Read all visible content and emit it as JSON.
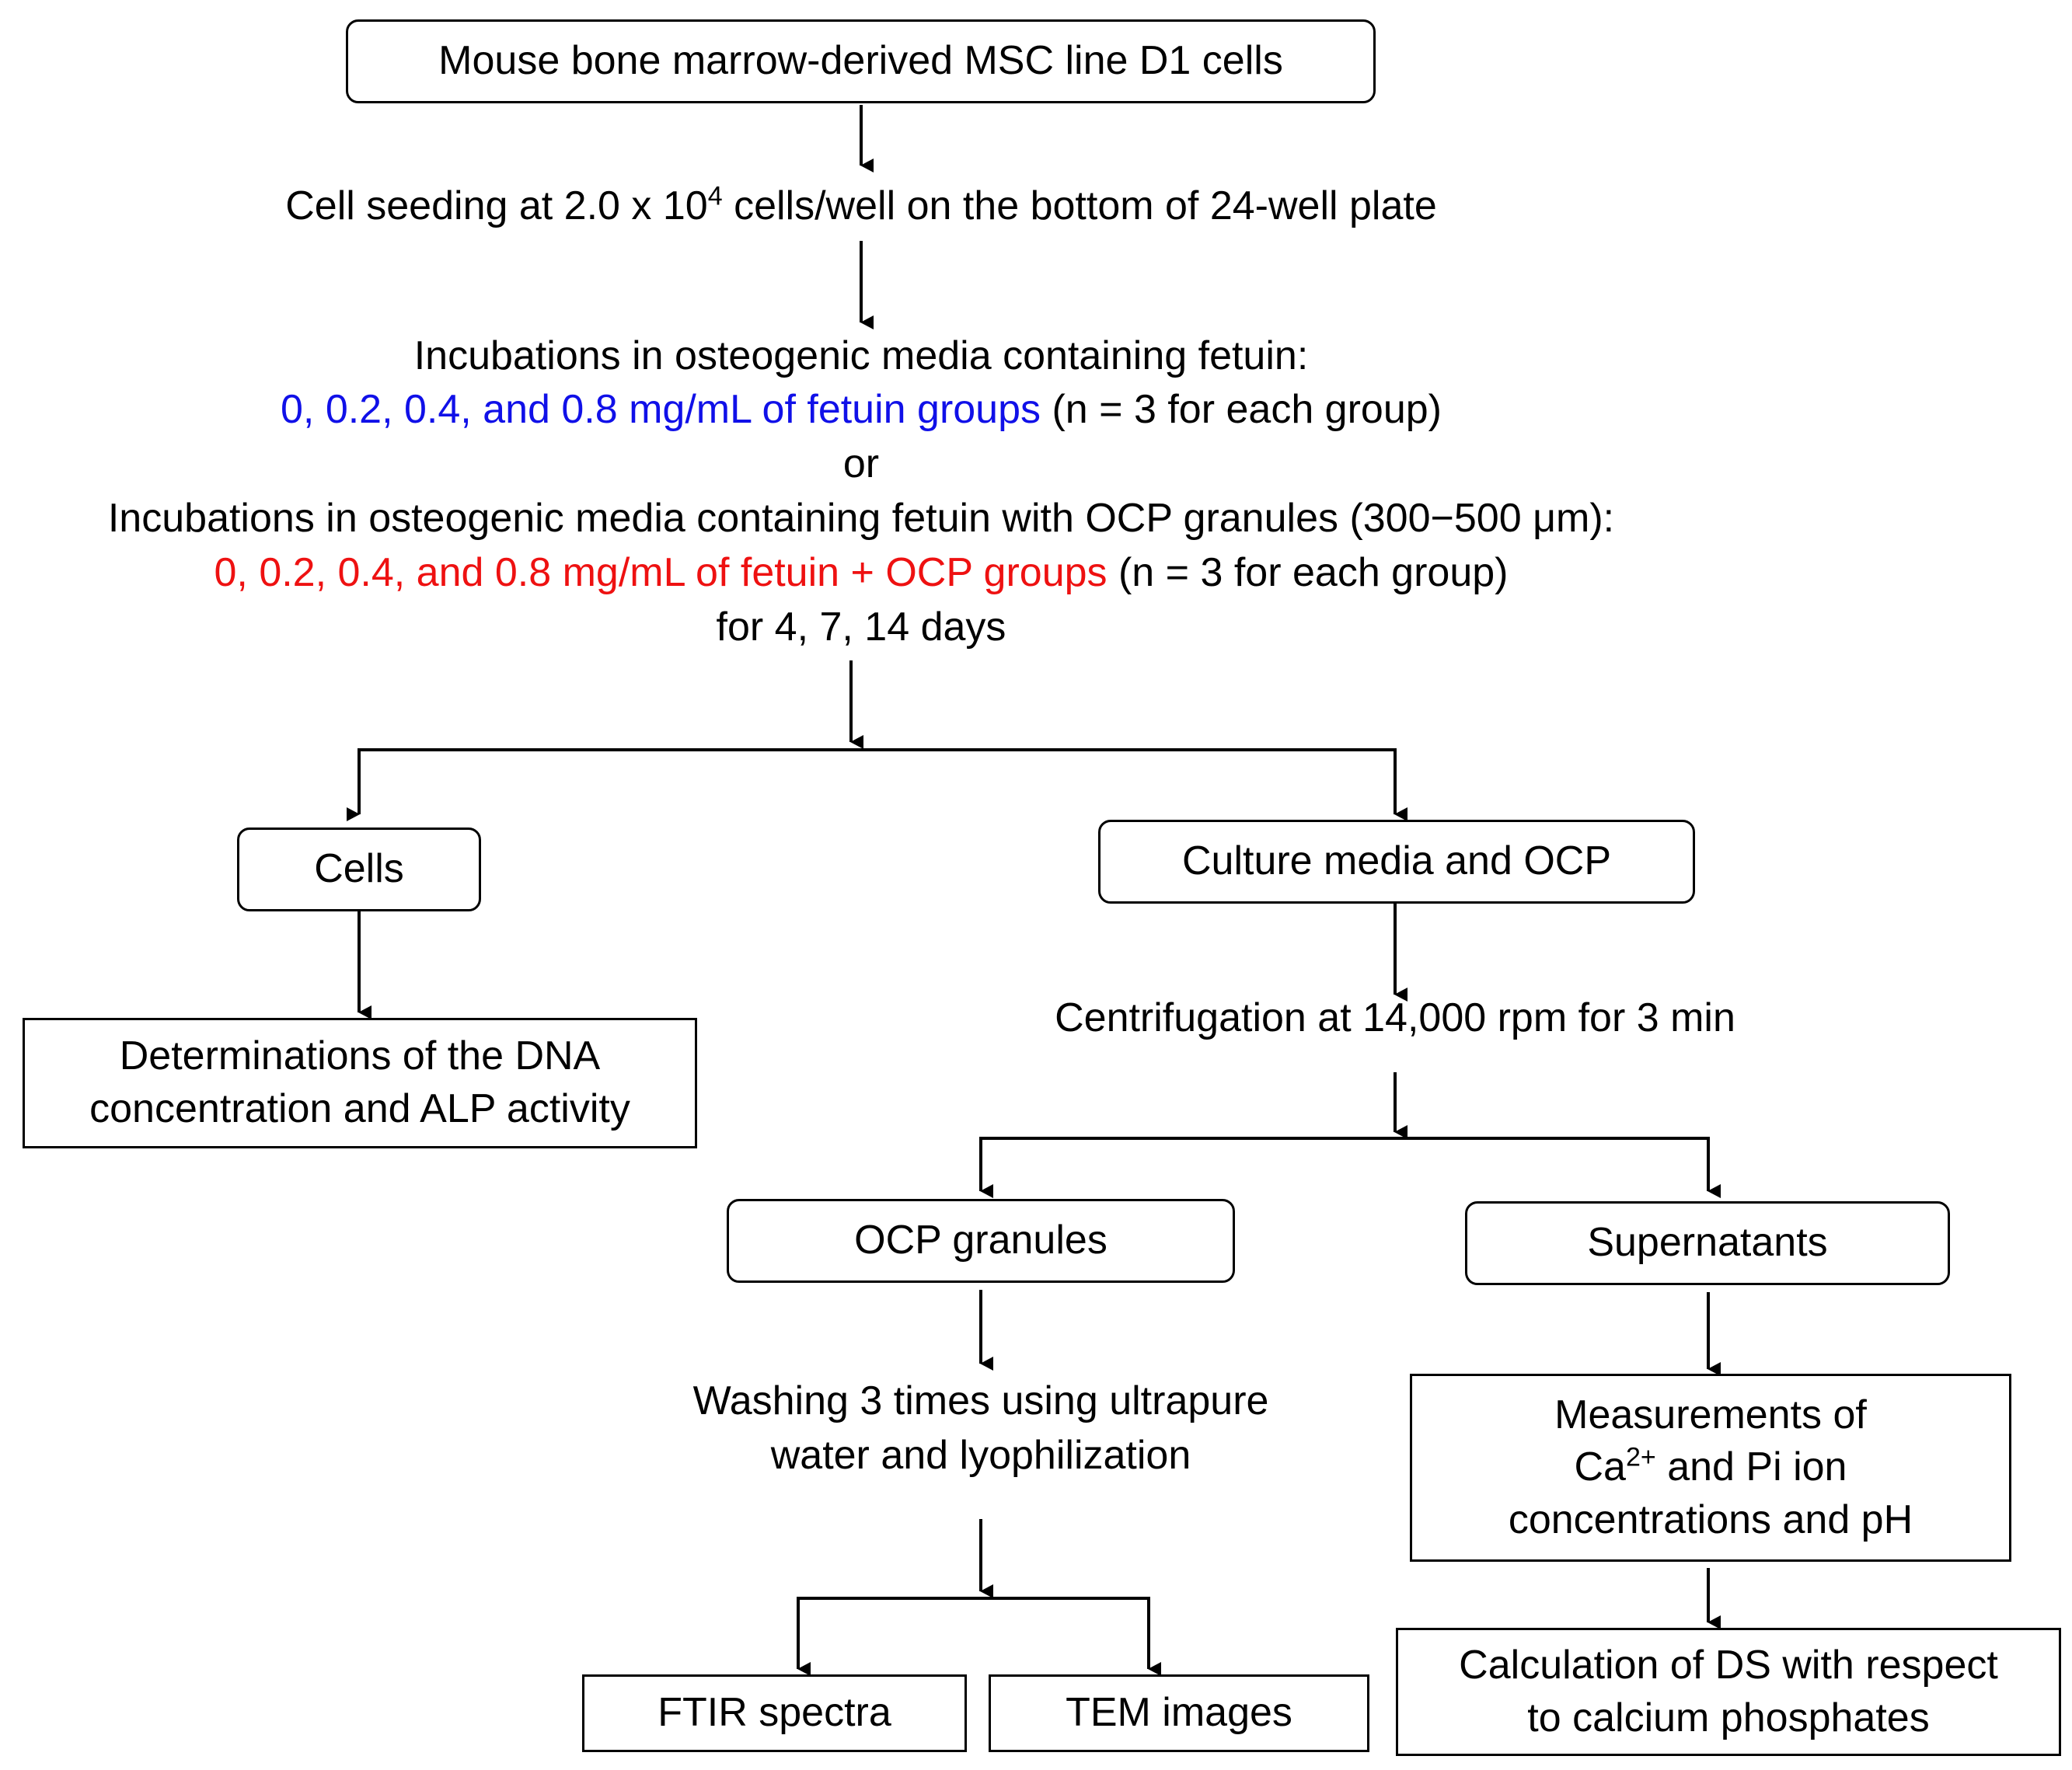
{
  "nodes": {
    "source": "Mouse bone marrow-derived MSC line D1 cells",
    "seeding": {
      "pre": "Cell seeding at 2.0 x 10",
      "exp": "4",
      "post": " cells/well on the bottom of 24-well plate"
    },
    "incubation": {
      "line1": "Incubations in osteogenic media containing fetuin:",
      "line2_colored": "0, 0.2, 0.4, and 0.8 mg/mL of fetuin groups",
      "line2_rest": " (n = 3 for each group)",
      "line3": "or",
      "line4": "Incubations in osteogenic media containing fetuin with OCP granules (300−500 μm):",
      "line5_colored": "0, 0.2, 0.4, and 0.8 mg/mL of fetuin + OCP groups",
      "line5_rest": " (n = 3 for each group)",
      "line6": "for  4, 7, 14 days"
    },
    "cells": "Cells",
    "culture_media": "Culture media and OCP",
    "dna": {
      "line1": "Determinations of the DNA",
      "line2": "concentration and ALP activity"
    },
    "centrifugation": "Centrifugation at 14,000 rpm for 3 min",
    "ocp_granules": "OCP granules",
    "supernatants": "Supernatants",
    "washing": {
      "line1": "Washing 3 times using ultrapure",
      "line2": "water and lyophilization"
    },
    "measurements": {
      "line1": "Measurements of",
      "line2_pre": "Ca",
      "line2_sup": "2+",
      "line2_post": " and Pi ion",
      "line3": "concentrations and pH"
    },
    "ftir": "FTIR spectra",
    "tem": "TEM images",
    "ds": {
      "line1": "Calculation of DS with respect",
      "line2": "to calcium phosphates"
    }
  },
  "colors": {
    "group_blue": "#1010e8",
    "group_red": "#ee1111"
  }
}
